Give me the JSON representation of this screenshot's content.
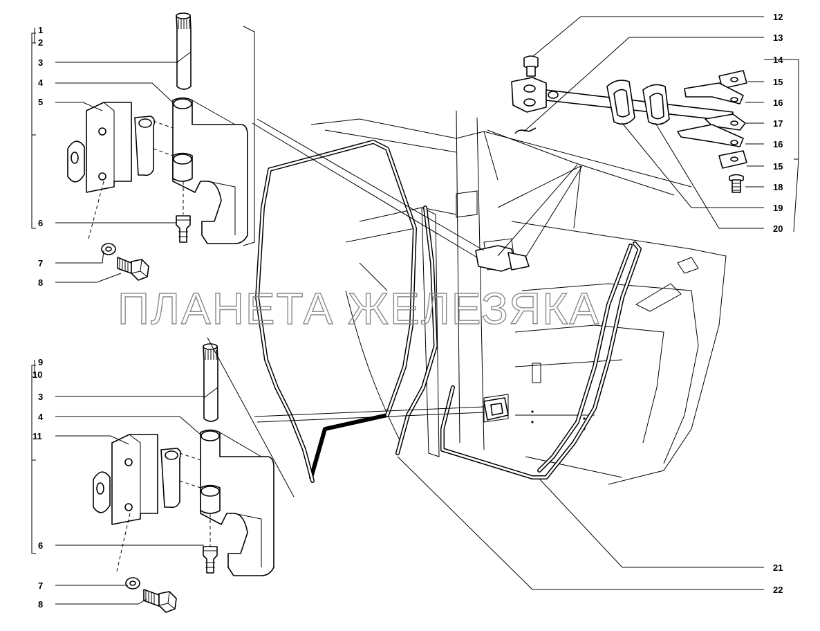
{
  "watermark": "ПЛАНЕТА ЖЕЛЕЗЯКА",
  "callouts": {
    "c1": "1",
    "c2": "2",
    "c3": "3",
    "c4": "4",
    "c5": "5",
    "c6": "6",
    "c7": "7",
    "c8": "8",
    "c9": "9",
    "c10": "10",
    "c3b": "3",
    "c4b": "4",
    "c11": "11",
    "c6b": "6",
    "c7b": "7",
    "c8b": "8",
    "c12": "12",
    "c13": "13",
    "c14": "14",
    "c15a": "15",
    "c16a": "16",
    "c17": "17",
    "c16b": "16",
    "c15b": "15",
    "c18": "18",
    "c19": "19",
    "c20": "20",
    "c21": "21",
    "c22": "22"
  }
}
